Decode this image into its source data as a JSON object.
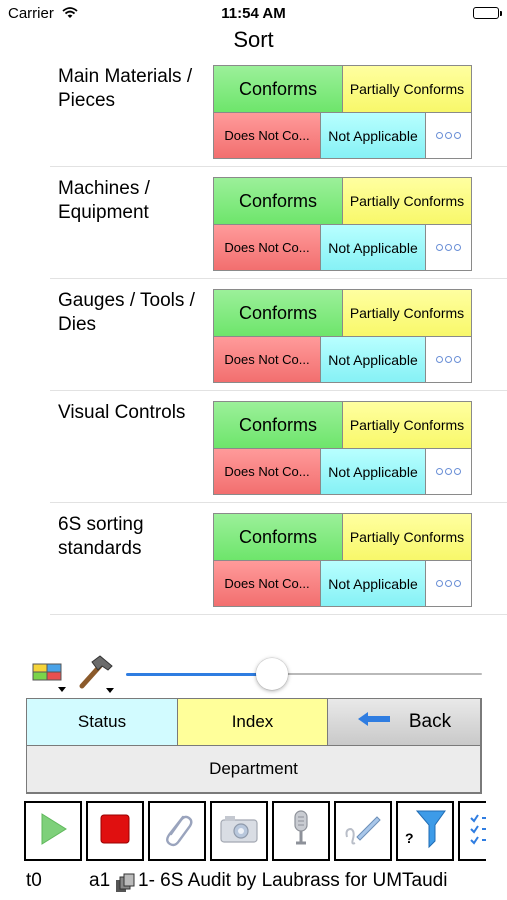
{
  "status_bar": {
    "carrier": "Carrier",
    "time": "11:54 AM"
  },
  "page": {
    "title": "Sort"
  },
  "options": {
    "conforms": "Conforms",
    "partially_conforms": "Partially Conforms",
    "does_not_conform": "Does Not Co...",
    "not_applicable": "Not Applicable"
  },
  "rows": [
    {
      "label": "Main Materials / Pieces"
    },
    {
      "label": "Machines / Equipment"
    },
    {
      "label": "Gauges / Tools / Dies"
    },
    {
      "label": "Visual Controls"
    },
    {
      "label": "6S sorting standards"
    }
  ],
  "slider": {
    "value": 0.41
  },
  "nav": {
    "status": "Status",
    "index": "Index",
    "back": "Back",
    "department": "Department"
  },
  "iconbar": [
    "play-icon",
    "stop-icon",
    "paperclip-icon",
    "camera-icon",
    "microphone-icon",
    "signature-pen-icon",
    "filter-help-icon",
    "checklist-icon"
  ],
  "footer": {
    "left": "t0",
    "mid": "a1",
    "title": "1- 6S Audit by Laubrass for UMTaudi"
  }
}
